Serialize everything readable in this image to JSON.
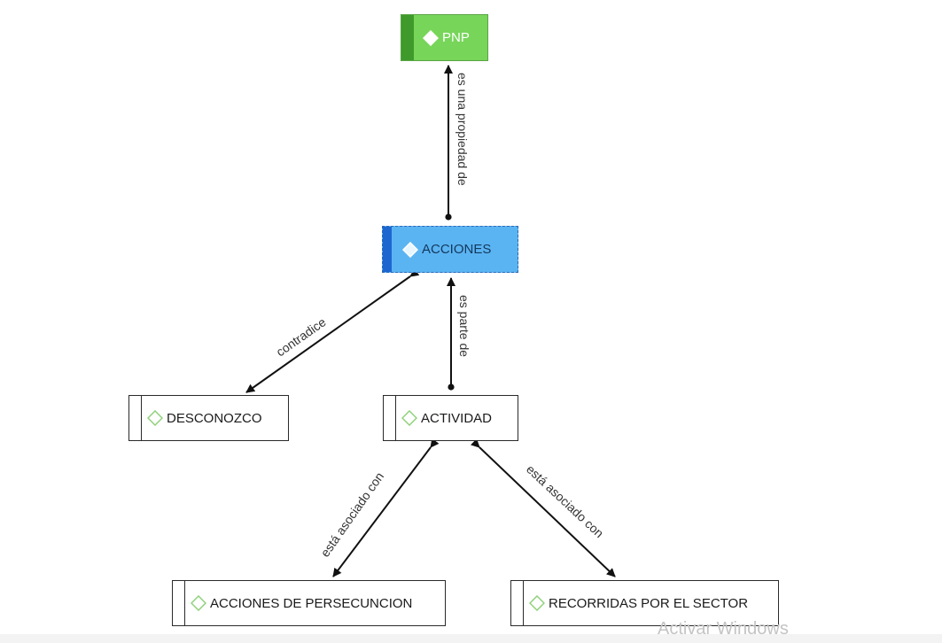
{
  "nodes": {
    "pnp": "PNP",
    "acciones": "ACCIONES",
    "desconozco": "DESCONOZCO",
    "actividad": "ACTIVIDAD",
    "persecucion": "ACCIONES DE PERSECUNCION",
    "recorridas": "RECORRIDAS POR EL SECTOR"
  },
  "edges": {
    "acciones_pnp": "es una propiedad de",
    "actividad_acciones": "es parte de",
    "acciones_desconozco": "contradice",
    "actividad_persecucion": "está asociado con",
    "actividad_recorridas": "está asociado con"
  },
  "watermark": "Activar Windows",
  "colors": {
    "pnp_fill": "#77d55a",
    "acciones_fill": "#5bb4f2",
    "line": "#111111"
  }
}
